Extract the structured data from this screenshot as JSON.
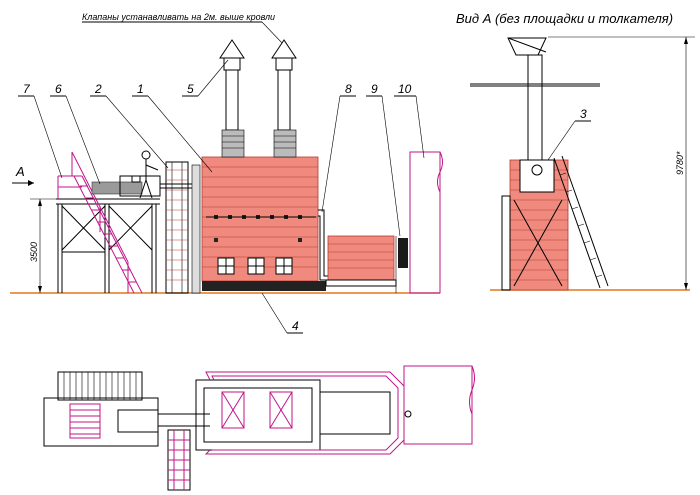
{
  "note": "Клапаны устанавливать на 2м. выше кровли",
  "view_title": "Вид А (без площадки и толкателя)",
  "view_marker": "А",
  "dimensions": {
    "platform_height": "3500",
    "total_height": "9780*"
  },
  "callouts": [
    {
      "id": "7",
      "label": "7"
    },
    {
      "id": "6",
      "label": "6"
    },
    {
      "id": "2",
      "label": "2"
    },
    {
      "id": "1",
      "label": "1"
    },
    {
      "id": "5",
      "label": "5"
    },
    {
      "id": "8",
      "label": "8"
    },
    {
      "id": "9",
      "label": "9"
    },
    {
      "id": "10",
      "label": "10"
    },
    {
      "id": "3",
      "label": "3"
    },
    {
      "id": "4",
      "label": "4"
    }
  ],
  "colors": {
    "brick": "#f08a7e",
    "brick_line": "#b33a30",
    "structure": "#c0168a",
    "ground": "#e0791c"
  }
}
